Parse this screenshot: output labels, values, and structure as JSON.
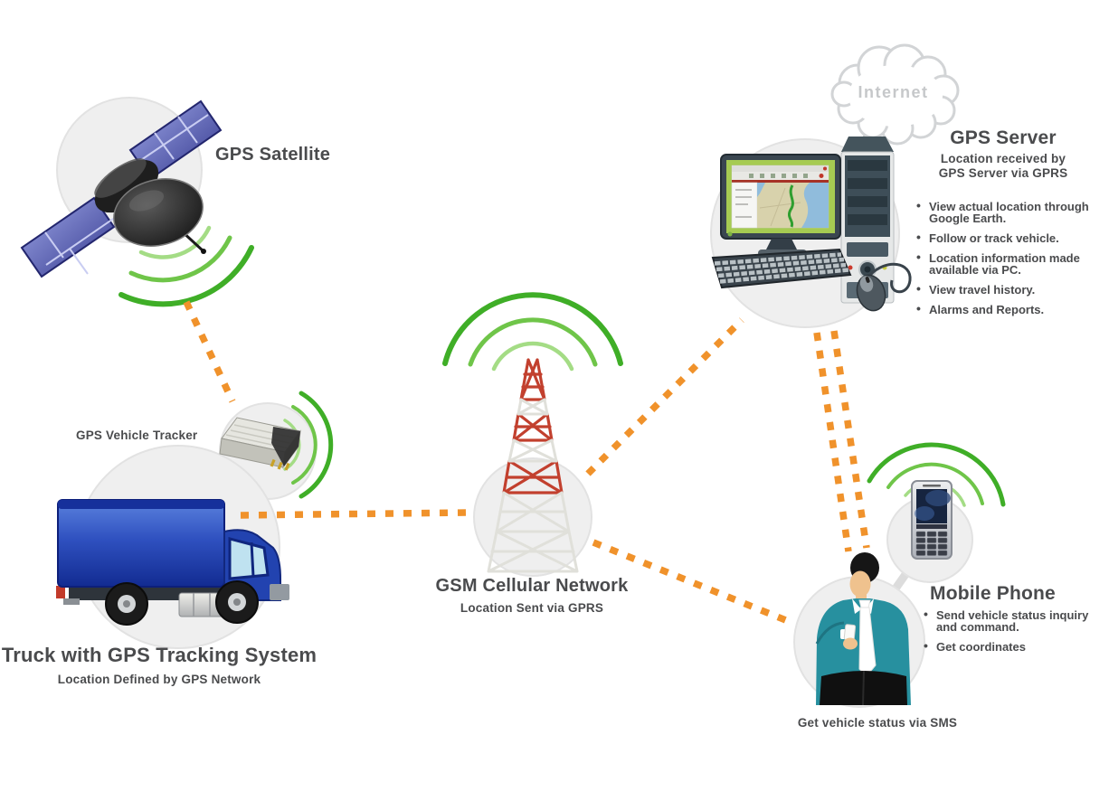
{
  "colors": {
    "accent_orange": "#F0922B",
    "signal_green_outer": "#3FAE27",
    "signal_green_mid": "#6FC549",
    "signal_green_inner": "#A4DC85",
    "tower_red": "#C2402E",
    "truck_blue": "#1D3BA4",
    "shirt_teal": "#27909F",
    "text_dark": "#4A4B4D",
    "circle_fill": "#EFEFEF",
    "cloud_text": "#C6C8CA"
  },
  "nodes": {
    "internet": {
      "label": "Internet"
    },
    "satellite": {
      "label": "GPS Satellite"
    },
    "tracker": {
      "label": "GPS Vehicle Tracker"
    },
    "truck": {
      "label": "Truck with GPS Tracking System",
      "sublabel": "Location Defined by GPS Network"
    },
    "gsm": {
      "label": "GSM Cellular Network",
      "sublabel": "Location Sent via GPRS"
    },
    "server": {
      "label": "GPS Server",
      "sublabel_line1": "Location received by",
      "sublabel_line2": "GPS Server via GPRS",
      "bullets": [
        "View actual location through Google Earth.",
        "Follow or track vehicle.",
        "Location information made available via PC.",
        "View travel history.",
        "Alarms and Reports."
      ]
    },
    "mobile": {
      "label": "Mobile Phone",
      "bullets": [
        "Send vehicle status inquiry and command.",
        "Get coordinates"
      ],
      "footer": "Get vehicle status via SMS"
    }
  }
}
